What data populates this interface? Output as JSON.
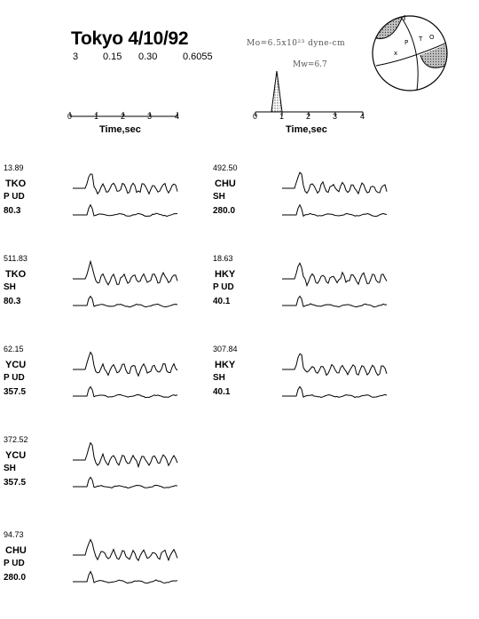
{
  "header": {
    "title": "Tokyo 4/10/92",
    "params": [
      "3",
      "0.15",
      "0.30",
      "0.6055"
    ],
    "moment_text": "Mo=6.5x10²³ dyne-cm",
    "mw_text": "Mw=6.7"
  },
  "time_axes": [
    {
      "label": "Time,sec",
      "ticks": [
        "0",
        "1",
        "2",
        "3",
        "4"
      ]
    },
    {
      "label": "Time,sec",
      "ticks": [
        "0",
        "1",
        "2",
        "3",
        "4"
      ]
    }
  ],
  "focal_mechanism": {
    "compression_color": "#bfbfbf",
    "dilatation_color": "#ffffff"
  },
  "traces": [
    {
      "amp": "13.89",
      "station": "TKO",
      "component": "P  UD",
      "azimuth": "80.3"
    },
    {
      "amp": "492.50",
      "station": "CHU",
      "component": "SH",
      "azimuth": "280.0"
    },
    {
      "amp": "511.83",
      "station": "TKO",
      "component": "SH",
      "azimuth": "80.3"
    },
    {
      "amp": "18.63",
      "station": "HKY",
      "component": "P  UD",
      "azimuth": "40.1"
    },
    {
      "amp": "62.15",
      "station": "YCU",
      "component": "P  UD",
      "azimuth": "357.5"
    },
    {
      "amp": "307.84",
      "station": "HKY",
      "component": "SH",
      "azimuth": "40.1"
    },
    {
      "amp": "372.52",
      "station": "YCU",
      "component": "SH",
      "azimuth": "357.5"
    },
    {
      "amp": "94.73",
      "station": "CHU",
      "component": "P  UD",
      "azimuth": "280.0"
    }
  ]
}
